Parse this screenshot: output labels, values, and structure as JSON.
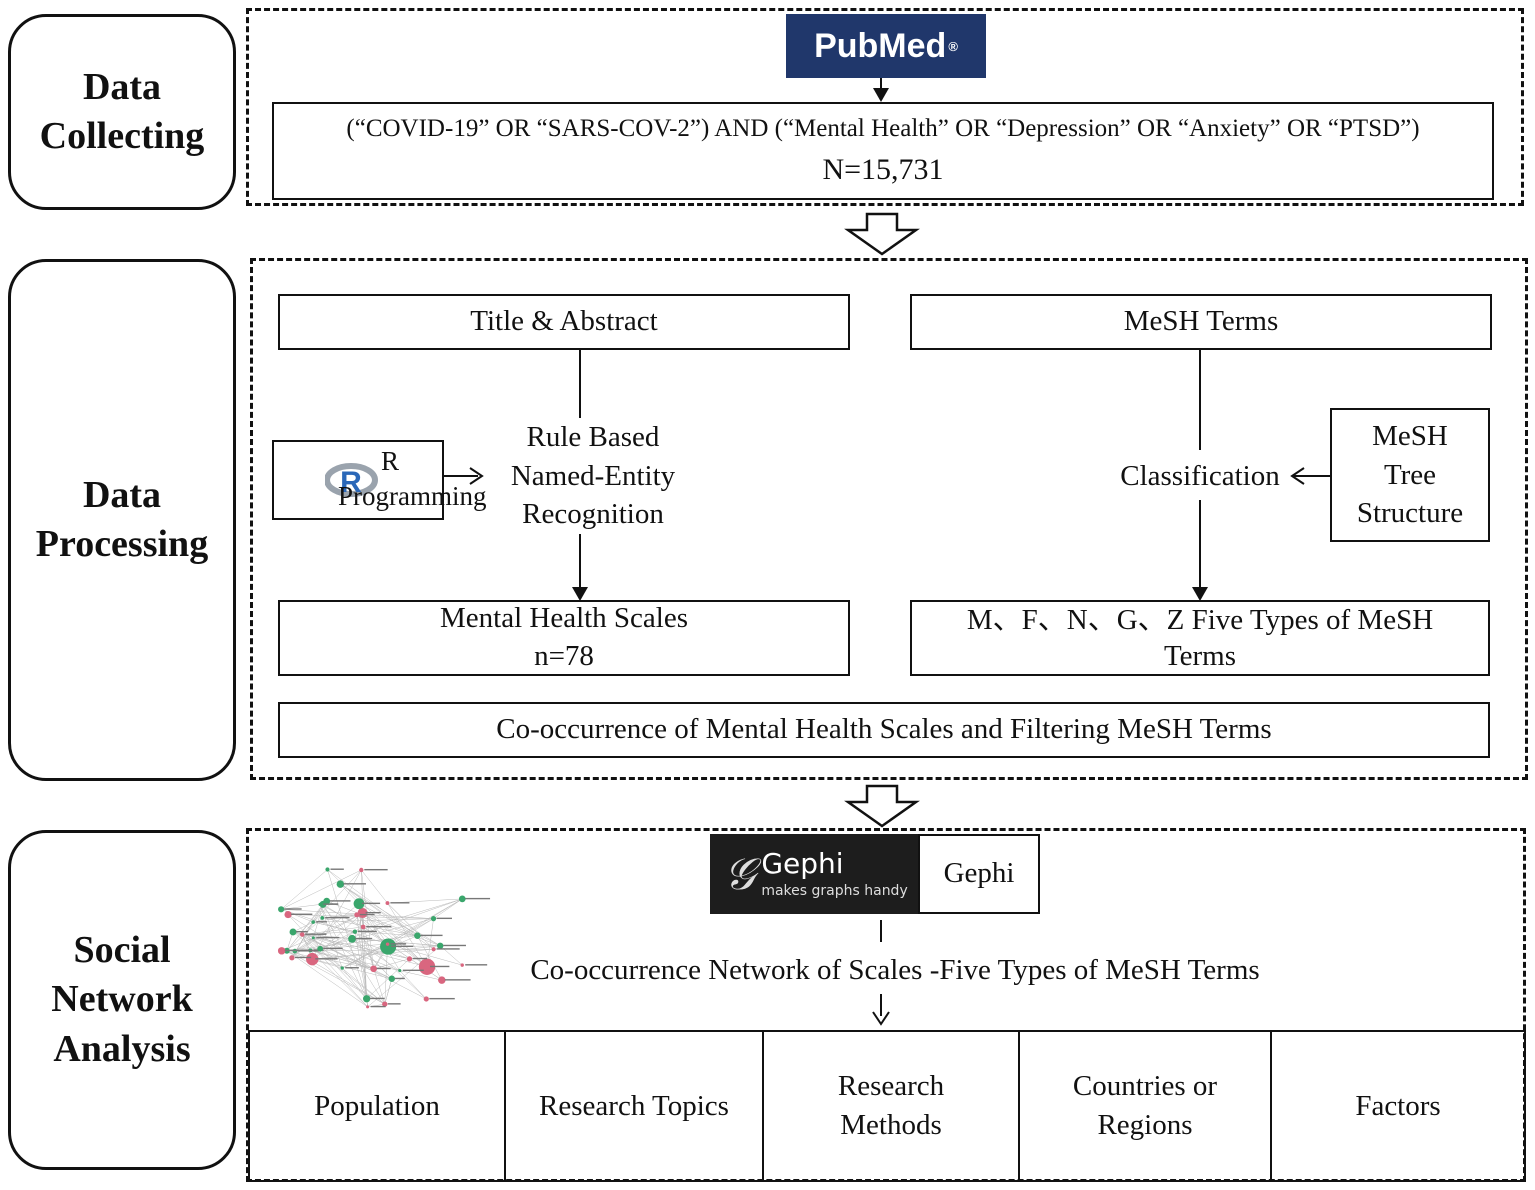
{
  "stages": {
    "collecting": "Data\nCollecting",
    "processing": "Data\nProcessing",
    "sna": "Social\nNetwork\nAnalysis"
  },
  "logos": {
    "pubmed": "PubMed",
    "gephi_name": "Gephi",
    "gephi_tagline": "makes graphs handy",
    "r_letter": "R"
  },
  "collecting": {
    "query": "(“COVID-19” OR “SARS-COV-2”) AND (“Mental Health” OR “Depression” OR “Anxiety” OR “PTSD”)",
    "count": "N=15,731"
  },
  "processing": {
    "title_abstract": "Title & Abstract",
    "mesh_terms": "MeSH Terms",
    "r_programming": "R\nProgramming",
    "rule_ner": "Rule Based\nNamed-Entity\nRecognition",
    "classification": "Classification",
    "mesh_tree": "MeSH\nTree\nStructure",
    "scales": "Mental Health Scales",
    "scales_count": "n=78",
    "five_types": "M、F、N、G、Z Five Types of MeSH\nTerms",
    "cooccurrence": "Co-occurrence of Mental Health Scales and Filtering MeSH Terms"
  },
  "sna": {
    "gephi_label": "Gephi",
    "network_label": "Co-occurrence Network of  Scales -Five Types of MeSH Terms",
    "categories": [
      "Population",
      "Research Topics",
      "Research\nMethods",
      "Countries or\nRegions",
      "Factors"
    ]
  },
  "colors": {
    "pubmed_bg": "#20376b",
    "gephi_bg": "#1d1d1d",
    "node_green": "#3aa66c",
    "node_pink": "#d9667f"
  }
}
